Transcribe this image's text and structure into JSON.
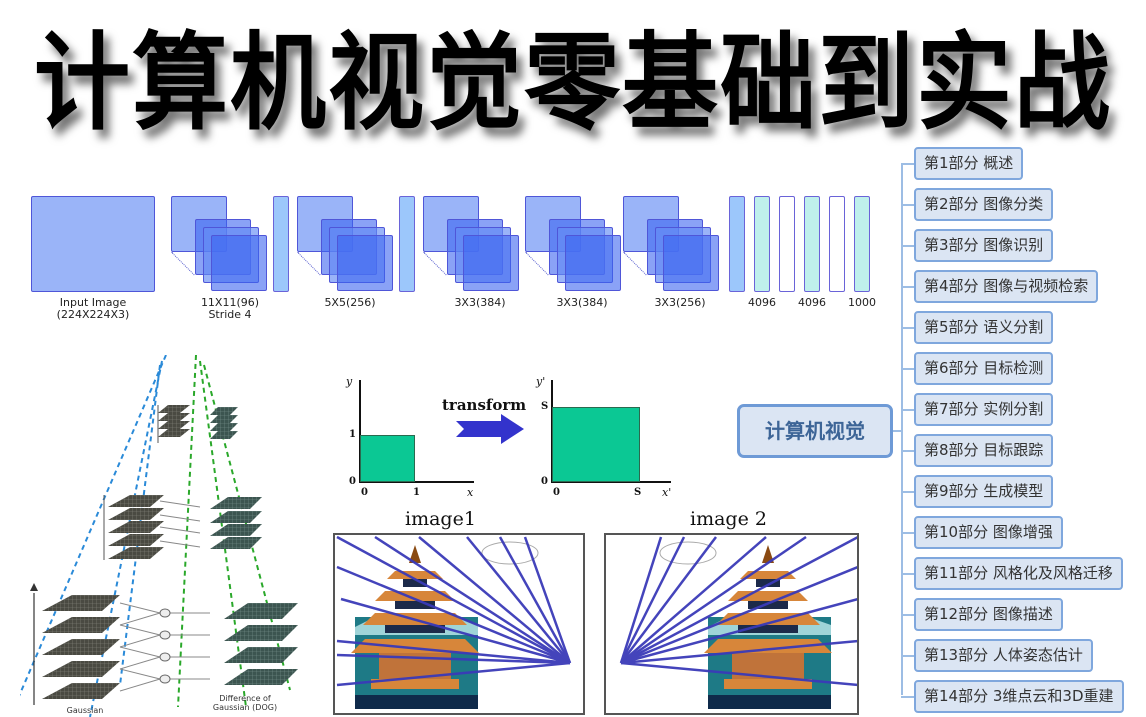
{
  "title": "计算机视觉零基础到实战",
  "alexnet": {
    "layers": [
      {
        "label_line1": "Input Image",
        "label_line2": "(224X224X3)"
      },
      {
        "label_line1": "11X11(96)",
        "label_line2": "Stride 4"
      },
      {
        "label_line1": "5X5(256)",
        "label_line2": ""
      },
      {
        "label_line1": "3X3(384)",
        "label_line2": ""
      },
      {
        "label_line1": "3X3(384)",
        "label_line2": ""
      },
      {
        "label_line1": "3X3(256)",
        "label_line2": ""
      }
    ],
    "fc_labels": [
      "4096",
      "4096",
      "1000"
    ],
    "colors": {
      "conv_fill": "#648cf5",
      "conv_border": "#4f56d8",
      "pool_fill": "#9cc7fb",
      "fc_fill": "#bff0ec"
    }
  },
  "mindmap": {
    "central": "计算机视觉",
    "nodes": [
      {
        "label": "第1部分 概述"
      },
      {
        "label": "第2部分 图像分类"
      },
      {
        "label": "第3部分 图像识别"
      },
      {
        "label": "第4部分 图像与视频检索"
      },
      {
        "label": "第5部分 语义分割"
      },
      {
        "label": "第6部分 目标检测"
      },
      {
        "label": "第7部分 实例分割"
      },
      {
        "label": "第8部分 目标跟踪"
      },
      {
        "label": "第9部分 生成模型"
      },
      {
        "label": "第10部分 图像增强"
      },
      {
        "label": "第11部分 风格化及风格迁移"
      },
      {
        "label": "第12部分 图像描述"
      },
      {
        "label": "第13部分 人体姿态估计"
      },
      {
        "label": "第14部分 3维点云和3D重建"
      }
    ],
    "colors": {
      "node_fill": "#dbe5f3",
      "node_border": "#7fa7dd",
      "central_text": "#3d6597"
    }
  },
  "transform": {
    "label": "transform",
    "left": {
      "y_axis": "y",
      "x_axis": "x",
      "y_tick_top": "1",
      "y_tick_origin": "0",
      "x_tick_origin": "0",
      "x_tick_end": "1"
    },
    "right": {
      "y_axis": "y'",
      "x_axis": "x'",
      "y_tick_top": "S",
      "y_tick_origin": "0",
      "x_tick_origin": "0",
      "x_tick_end": "S"
    },
    "colors": {
      "fill": "#0bc894",
      "arrow": "#3333cc"
    }
  },
  "images": {
    "left_title": "image1",
    "right_title": "image 2"
  },
  "pyramid": {
    "left_label": "Gaussian",
    "right_label_line1": "Difference of",
    "right_label_line2": "Gaussian (DOG)"
  }
}
